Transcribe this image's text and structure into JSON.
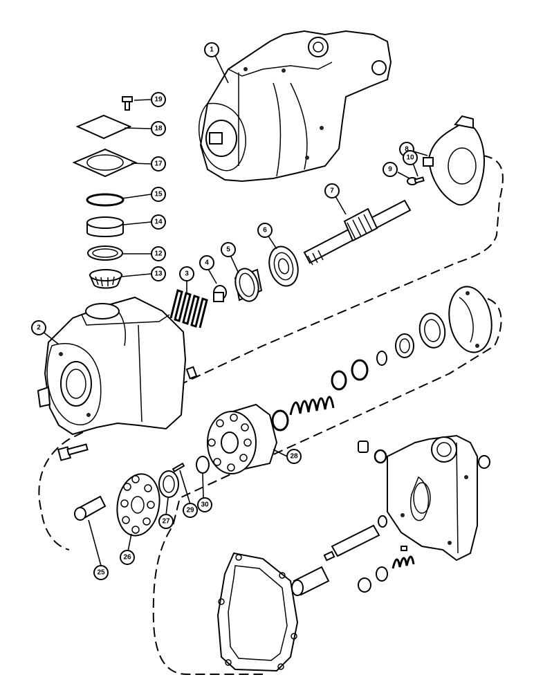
{
  "diagram": {
    "callouts": [
      {
        "id": "c1",
        "label": "1"
      },
      {
        "id": "c2",
        "label": "2"
      },
      {
        "id": "c3",
        "label": "3"
      },
      {
        "id": "c4",
        "label": "4"
      },
      {
        "id": "c5",
        "label": "5"
      },
      {
        "id": "c6",
        "label": "6"
      },
      {
        "id": "c7",
        "label": "7"
      },
      {
        "id": "c8",
        "label": "8"
      },
      {
        "id": "c9",
        "label": "9"
      },
      {
        "id": "c10",
        "label": "10"
      },
      {
        "id": "c12",
        "label": "12"
      },
      {
        "id": "c13",
        "label": "13"
      },
      {
        "id": "c14",
        "label": "14"
      },
      {
        "id": "c15",
        "label": "15"
      },
      {
        "id": "c17",
        "label": "17"
      },
      {
        "id": "c18",
        "label": "18"
      },
      {
        "id": "c19",
        "label": "19"
      },
      {
        "id": "c25",
        "label": "25"
      },
      {
        "id": "c26",
        "label": "26"
      },
      {
        "id": "c27",
        "label": "27"
      },
      {
        "id": "c28",
        "label": "28"
      },
      {
        "id": "c29",
        "label": "29"
      },
      {
        "id": "c30",
        "label": "30"
      }
    ]
  }
}
